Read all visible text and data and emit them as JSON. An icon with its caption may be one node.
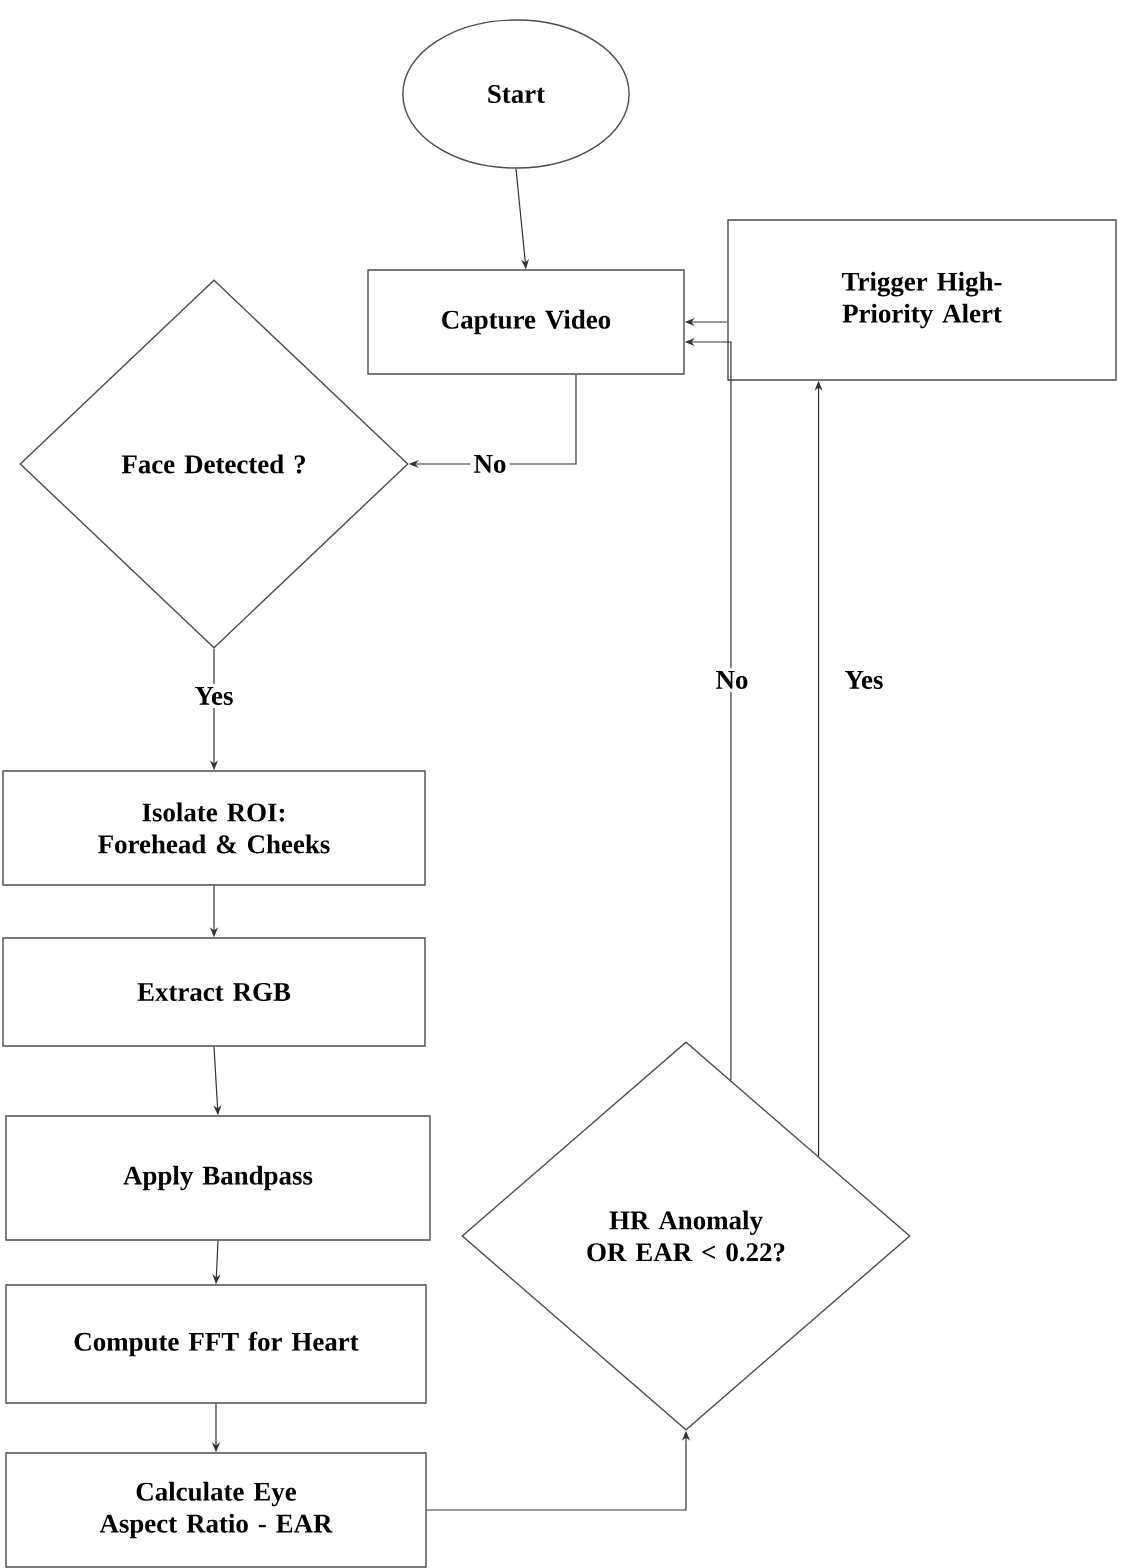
{
  "diagram": {
    "nodes": [
      {
        "text": [
          "Start"
        ]
      },
      {
        "text": [
          "Capture Video"
        ]
      },
      {
        "text": [
          "Trigger High-Priority Alert"
        ]
      },
      {
        "text": [
          "Face Detected ?"
        ]
      },
      {
        "text": [
          "Isolate ROI: Forehead & Cheeks"
        ]
      },
      {
        "text": [
          "Extract RGB"
        ]
      },
      {
        "text": [
          "Apply Bandpass"
        ]
      },
      {
        "text": [
          "Compute FFT for Heart"
        ]
      },
      {
        "text": [
          "Calculate Eye Aspect Ratio - EAR"
        ]
      },
      {
        "text": [
          "HR Anomaly OR EAR < 0.22?"
        ]
      }
    ],
    "edges": [
      {
        "from": 0,
        "to": 1,
        "arrow": "to"
      },
      {
        "from": 1,
        "to": 3,
        "arrow": "to",
        "label": "No"
      },
      {
        "from": 3,
        "to": 4,
        "arrow": "to",
        "label": "Yes"
      },
      {
        "from": 4,
        "to": 5,
        "arrow": "to"
      },
      {
        "from": 5,
        "to": 6,
        "arrow": "to"
      },
      {
        "from": 6,
        "to": 7,
        "arrow": "to"
      },
      {
        "from": 7,
        "to": 8,
        "arrow": "to"
      },
      {
        "from": 8,
        "to": 9,
        "arrow": "to"
      },
      {
        "from": 9,
        "to": 1,
        "arrow": "to",
        "label": "No"
      },
      {
        "from": 9,
        "to": 2,
        "arrow": "to",
        "label": "Yes"
      },
      {
        "from": 2,
        "to": 1,
        "arrow": "to"
      }
    ]
  }
}
